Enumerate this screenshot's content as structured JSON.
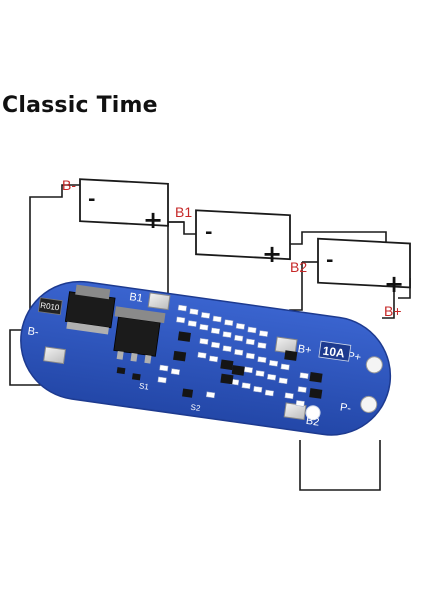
{
  "product": {
    "brand": "Classic Time"
  },
  "diagram": {
    "cell_minus": "-",
    "cell_plus": "+",
    "wire_labels": {
      "b_minus": "B-",
      "b1": "B1",
      "b2": "B2",
      "b_plus": "B+"
    }
  },
  "board": {
    "pads": {
      "b_minus": "B-",
      "b1": "B1",
      "b_plus": "B+",
      "p_plus": "P+",
      "p_minus": "P-",
      "b2": "B2"
    },
    "current_rating": "10A",
    "resistor_code": "R010",
    "silkscreen": {
      "s1": "S1",
      "s2": "S2"
    }
  },
  "colors": {
    "pcb": "#2f56bd",
    "pcb_dark": "#1d3a8f",
    "label_red": "#c62828",
    "pad": "#e3e3e3"
  }
}
